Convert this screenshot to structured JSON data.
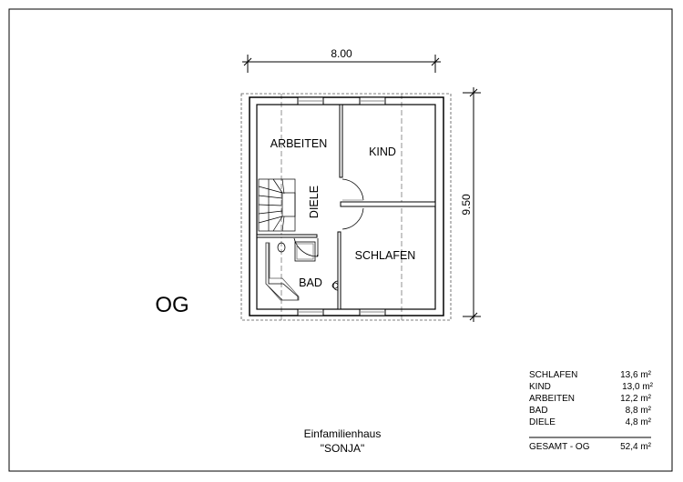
{
  "dimensions": {
    "width_label": "8.00",
    "depth_label": "9.50"
  },
  "floor_label": "OG",
  "rooms": {
    "arbeiten": "ARBEITEN",
    "kind": "KIND",
    "diele": "DIELE",
    "schlafen": "SCHLAFEN",
    "bad": "BAD"
  },
  "title": {
    "line1": "Einfamilienhaus",
    "line2": "\"SONJA\""
  },
  "areas": [
    {
      "room": "SCHLAFEN",
      "area": "13,6 m²"
    },
    {
      "room": "KIND",
      "area": "13,0  m²"
    },
    {
      "room": "ARBEITEN",
      "area": "12,2 m²"
    },
    {
      "room": "BAD",
      "area": "8,8 m²"
    },
    {
      "room": "DIELE",
      "area": "4,8 m²"
    }
  ],
  "total": {
    "label": "GESAMT - OG",
    "area": "52,4 m²"
  }
}
